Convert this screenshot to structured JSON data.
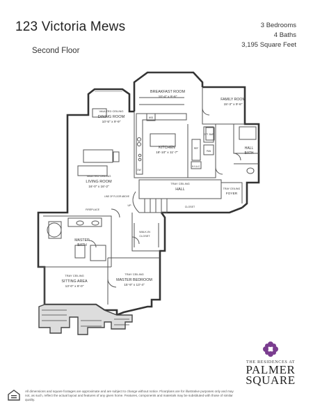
{
  "header": {
    "title": "123 Victoria Mews",
    "floor_label": "Second Floor",
    "specs": [
      "3 Bedrooms",
      "4 Baths",
      "3,195 Square Feet"
    ]
  },
  "rooms": {
    "breakfast": {
      "name": "BREAKFAST ROOM",
      "dims": "10'-4\" x 9'-8\""
    },
    "family": {
      "name": "FAMILY ROOM",
      "dims": "15'-3\" x 9'-6\""
    },
    "dining": {
      "note": "VAULTED CEILING",
      "name": "DINING ROOM",
      "dims": "10'-5\" x 9'-9\""
    },
    "kitchen": {
      "name": "KITCHEN",
      "dims": "18'-10\" x 11'-7\""
    },
    "hall_bath": {
      "name": "HALL",
      "name2": "BATH"
    },
    "living": {
      "note": "VAULTED CEILING",
      "name": "LIVING ROOM",
      "dims": "16'-0\" x 16'-2\""
    },
    "hall": {
      "note": "TRAY CEILING",
      "name": "HALL"
    },
    "foyer": {
      "note": "TRAY CEILING",
      "name": "FOYER"
    },
    "master_bath": {
      "name": "MASTER",
      "name2": "BATH"
    },
    "sitting": {
      "note": "TRAY CEILING",
      "name": "SITTING AREA",
      "dims": "13'-0\" x 8'-0\""
    },
    "master_bed": {
      "note": "TRAY CEILING",
      "name": "MASTER BEDROOM",
      "dims": "15'-9\" x 13'-4\""
    },
    "walk_in": {
      "name": "WALK-IN",
      "name2": "CLOSET"
    },
    "closet": {
      "name": "CLOSET"
    },
    "fireplace": {
      "name": "FIREPLACE"
    },
    "line_above": {
      "name": "LINE OF FLOOR ABOVE"
    },
    "up": {
      "name": "UP"
    },
    "hvac": {
      "name": "H.V.A.C."
    },
    "wd": {
      "name": "W/D"
    },
    "dw": {
      "name": "DW"
    },
    "ref": {
      "name": "REF"
    },
    "pan": {
      "name": "PAN"
    },
    "opt": {
      "name": "OPT. BAR"
    }
  },
  "logo": {
    "pre": "THE RESIDENCES AT",
    "line1": "PALMER",
    "line2": "SQUARE",
    "accent": "#7a3d8f"
  },
  "footer": {
    "disclaimer": "All dimensions and square footages are approximate and are subject to change without notice. Floorplans are for illustrative purposes only and may not, as such, reflect the actual layout and features of any given home. Features, components and materials may be substituted with those of similar quality."
  }
}
